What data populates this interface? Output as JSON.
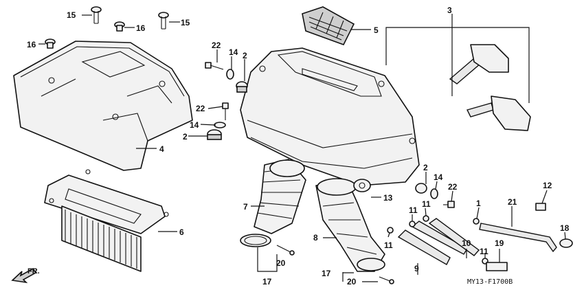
{
  "callouts": {
    "c15a": "15",
    "c15b": "15",
    "c16a": "16",
    "c16b": "16",
    "c3": "3",
    "c5": "5",
    "c4": "4",
    "c6": "6",
    "c22a": "22",
    "c14a": "14",
    "c2a": "2",
    "c22b": "22",
    "c14b": "14",
    "c2b": "2",
    "c7": "7",
    "c13": "13",
    "c8": "8",
    "c2c": "2",
    "c14c": "14",
    "c22c": "22",
    "c11a": "11",
    "c11b": "11",
    "c1": "1",
    "c21": "21",
    "c12": "12",
    "c18": "18",
    "c11c": "11",
    "c9": "9",
    "c10": "10",
    "c11d": "11",
    "c19": "19",
    "c20a": "20",
    "c17a": "17",
    "c17b": "17",
    "c20b": "20"
  },
  "diagram_code": "MY13-F1700B",
  "direction_label": "FR."
}
